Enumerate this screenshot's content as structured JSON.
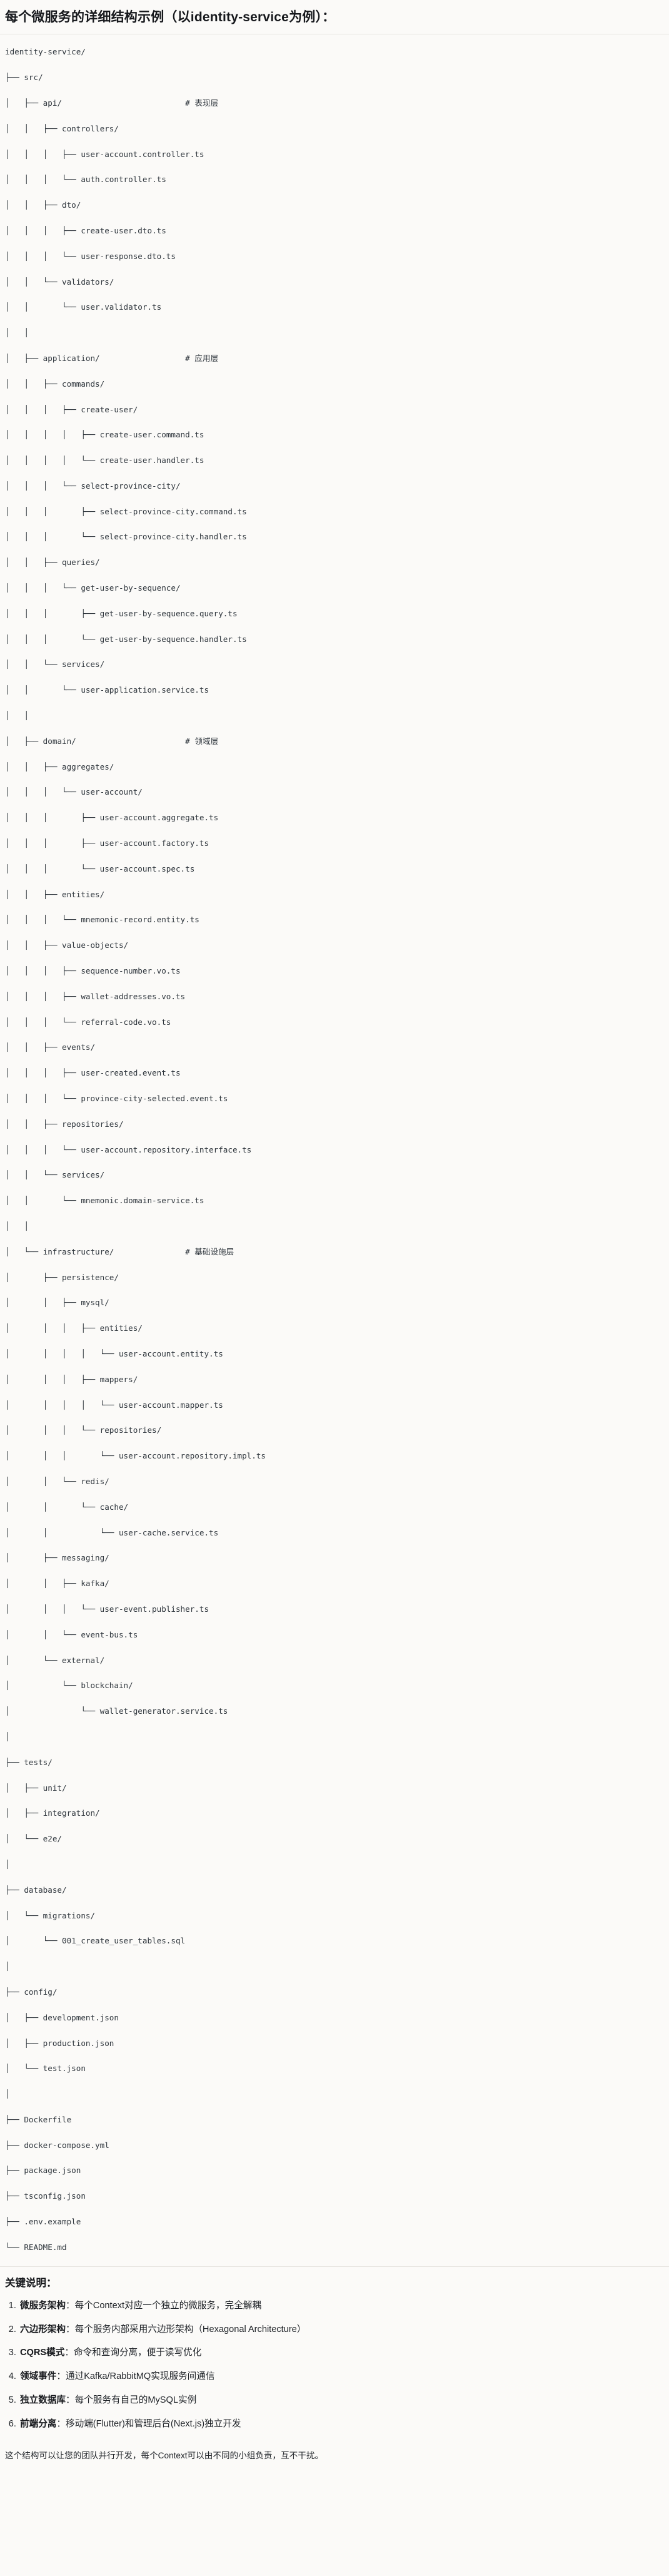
{
  "document": {
    "title": "每个微服务的详细结构示例（以identity-service为例）："
  },
  "tree": {
    "root": "identity-service/",
    "lines": [
      "identity-service/",
      "├── src/",
      "│   ├── api/                          # 表现层",
      "│   │   ├── controllers/",
      "│   │   │   ├── user-account.controller.ts",
      "│   │   │   └── auth.controller.ts",
      "│   │   ├── dto/",
      "│   │   │   ├── create-user.dto.ts",
      "│   │   │   └── user-response.dto.ts",
      "│   │   └── validators/",
      "│   │       └── user.validator.ts",
      "│   │",
      "│   ├── application/                  # 应用层",
      "│   │   ├── commands/",
      "│   │   │   ├── create-user/",
      "│   │   │   │   ├── create-user.command.ts",
      "│   │   │   │   └── create-user.handler.ts",
      "│   │   │   └── select-province-city/",
      "│   │   │       ├── select-province-city.command.ts",
      "│   │   │       └── select-province-city.handler.ts",
      "│   │   ├── queries/",
      "│   │   │   └── get-user-by-sequence/",
      "│   │   │       ├── get-user-by-sequence.query.ts",
      "│   │   │       └── get-user-by-sequence.handler.ts",
      "│   │   └── services/",
      "│   │       └── user-application.service.ts",
      "│   │",
      "│   ├── domain/                       # 领域层",
      "│   │   ├── aggregates/",
      "│   │   │   └── user-account/",
      "│   │   │       ├── user-account.aggregate.ts",
      "│   │   │       ├── user-account.factory.ts",
      "│   │   │       └── user-account.spec.ts",
      "│   │   ├── entities/",
      "│   │   │   └── mnemonic-record.entity.ts",
      "│   │   ├── value-objects/",
      "│   │   │   ├── sequence-number.vo.ts",
      "│   │   │   ├── wallet-addresses.vo.ts",
      "│   │   │   └── referral-code.vo.ts",
      "│   │   ├── events/",
      "│   │   │   ├── user-created.event.ts",
      "│   │   │   └── province-city-selected.event.ts",
      "│   │   ├── repositories/",
      "│   │   │   └── user-account.repository.interface.ts",
      "│   │   └── services/",
      "│   │       └── mnemonic.domain-service.ts",
      "│   │",
      "│   └── infrastructure/               # 基础设施层",
      "│       ├── persistence/",
      "│       │   ├── mysql/",
      "│       │   │   ├── entities/",
      "│       │   │   │   └── user-account.entity.ts",
      "│       │   │   ├── mappers/",
      "│       │   │   │   └── user-account.mapper.ts",
      "│       │   │   └── repositories/",
      "│       │   │       └── user-account.repository.impl.ts",
      "│       │   └── redis/",
      "│       │       └── cache/",
      "│       │           └── user-cache.service.ts",
      "│       ├── messaging/",
      "│       │   ├── kafka/",
      "│       │   │   └── user-event.publisher.ts",
      "│       │   └── event-bus.ts",
      "│       └── external/",
      "│           └── blockchain/",
      "│               └── wallet-generator.service.ts",
      "│",
      "├── tests/",
      "│   ├── unit/",
      "│   ├── integration/",
      "│   └── e2e/",
      "│",
      "├── database/",
      "│   └── migrations/",
      "│       └── 001_create_user_tables.sql",
      "│",
      "├── config/",
      "│   ├── development.json",
      "│   ├── production.json",
      "│   └── test.json",
      "│",
      "├── Dockerfile",
      "├── docker-compose.yml",
      "├── package.json",
      "├── tsconfig.json",
      "├── .env.example",
      "└── README.md"
    ],
    "layer_comments": [
      {
        "label": "# 表现层",
        "target": "api/"
      },
      {
        "label": "# 应用层",
        "target": "application/"
      },
      {
        "label": "# 领域层",
        "target": "domain/"
      },
      {
        "label": "# 基础设施层",
        "target": "infrastructure/"
      }
    ]
  },
  "notes": {
    "heading": "关键说明：",
    "items": [
      {
        "term": "微服务架构",
        "sep": "：",
        "desc": "每个Context对应一个独立的微服务，完全解耦"
      },
      {
        "term": "六边形架构",
        "sep": "：",
        "desc": "每个服务内部采用六边形架构（Hexagonal Architecture）"
      },
      {
        "term": "CQRS模式",
        "sep": "：",
        "desc": "命令和查询分离，便于读写优化"
      },
      {
        "term": "领域事件",
        "sep": "：",
        "desc": "通过Kafka/RabbitMQ实现服务间通信"
      },
      {
        "term": "独立数据库",
        "sep": "：",
        "desc": "每个服务有自己的MySQL实例"
      },
      {
        "term": "前端分离",
        "sep": "：",
        "desc": "移动端(Flutter)和管理后台(Next.js)独立开发"
      }
    ],
    "closing": "这个结构可以让您的团队并行开发，每个Context可以由不同的小组负责，互不干扰。"
  },
  "colors": {
    "page_bg": "#fbfaf8",
    "text": "#1f2328",
    "rule": "#e6e4df",
    "code_text": "#2f363d"
  }
}
